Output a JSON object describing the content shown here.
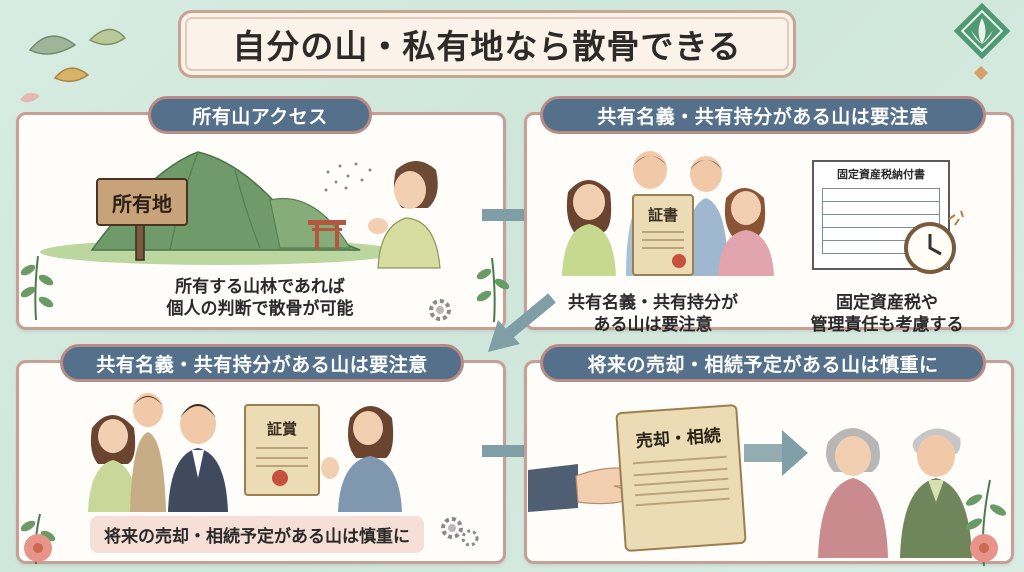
{
  "title": "自分の山・私有地なら散骨できる",
  "panels": {
    "p1": {
      "header": "所有山アクセス",
      "sign": "所有地",
      "caption_line1": "所有する山林であれば",
      "caption_line2": "個人の判断で散骨が可能"
    },
    "p2": {
      "header": "共有名義・共有持分がある山は要注意",
      "certificate": "証書",
      "tax_doc": "固定資産税納付書",
      "caption_left_line1": "共有名義・共有持分が",
      "caption_left_line2": "ある山は要注意",
      "caption_right_line1": "固定資産税や",
      "caption_right_line2": "管理責任も考慮する"
    },
    "p3": {
      "header": "共有名義・共有持分がある山は要注意",
      "certificate": "証賞",
      "caption": "将来の売却・相続予定がある山は慎重に"
    },
    "p4": {
      "header": "将来の売却・相続予定がある山は慎重に",
      "scroll": "売却・相続"
    }
  },
  "colors": {
    "background": "#d3e9dd",
    "header_fill": "#55708a",
    "panel_border": "#c99f95",
    "arrow": "#7f9ea5",
    "accent_green": "#3f8a62"
  }
}
